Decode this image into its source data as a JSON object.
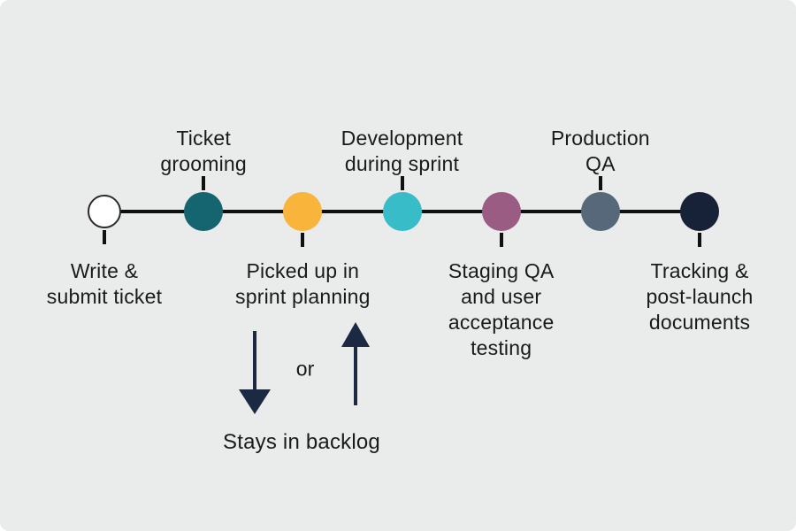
{
  "diagram": {
    "title_implicit": "Ticket workflow timeline",
    "colors": {
      "background": "#eaebeb",
      "line": "#101010",
      "text": "#1a1a1a",
      "arrow": "#1b2942",
      "white_node_fill": "#ffffff",
      "white_node_outline": "#2b2b2b"
    },
    "nodes": [
      {
        "id": "write-submit-ticket",
        "label": [
          "Write &",
          "submit ticket"
        ],
        "side": "below",
        "color": "#ffffff",
        "outlined": true
      },
      {
        "id": "ticket-grooming",
        "label": [
          "Ticket",
          "grooming"
        ],
        "side": "above",
        "color": "#156571",
        "outlined": false
      },
      {
        "id": "sprint-planning",
        "label": [
          "Picked up in",
          "sprint planning"
        ],
        "side": "below",
        "color": "#f9b43c",
        "outlined": false
      },
      {
        "id": "development-sprint",
        "label": [
          "Development",
          "during sprint"
        ],
        "side": "above",
        "color": "#38bcc7",
        "outlined": false
      },
      {
        "id": "staging-qa",
        "label": [
          "Staging QA",
          "and user",
          "acceptance",
          "testing"
        ],
        "side": "below",
        "color": "#9a5c82",
        "outlined": false
      },
      {
        "id": "production-qa",
        "label": [
          "Production",
          "QA"
        ],
        "side": "above",
        "color": "#566879",
        "outlined": false
      },
      {
        "id": "tracking-postlaunch",
        "label": [
          "Tracking &",
          "post-launch",
          "documents"
        ],
        "side": "below",
        "color": "#172138",
        "outlined": false
      }
    ],
    "branch": {
      "or_label": "or",
      "outcome_label": "Stays in backlog"
    }
  }
}
